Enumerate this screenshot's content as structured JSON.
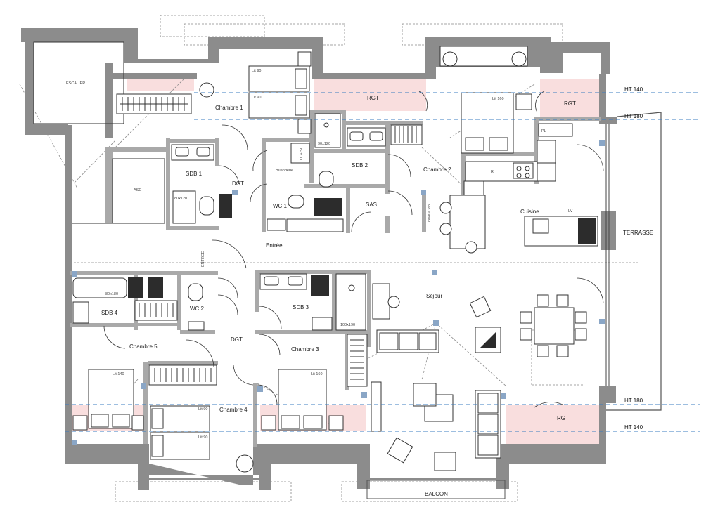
{
  "rooms": {
    "escalier": "ESCALIER",
    "asc": "ASC",
    "chambre1": "Chambre 1",
    "rgt1": "RGT",
    "rgt2": "RGT",
    "rgt3": "RGT",
    "sdb1": "SDB 1",
    "dgt1": "DGT",
    "buanderie": "Buanderie",
    "sdb2": "SDB 2",
    "chambre2": "Chambre 2",
    "wc1": "WC 1",
    "sas": "SAS",
    "entree": "Entrée",
    "entree_arrow": "ENTREE",
    "cuisine": "Cuisine",
    "terrasse": "TERRASSE",
    "sdb4": "SDB 4",
    "wc2": "WC 2",
    "sdb3": "SDB 3",
    "sejour": "Séjour",
    "chambre5": "Chambre 5",
    "dgt2": "DGT",
    "chambre3": "Chambre 3",
    "chambre4": "Chambre 4",
    "balcon": "BALCON",
    "pl": "PL",
    "r": "R",
    "lv": "LV",
    "code_cave": "cave à vin"
  },
  "fixtures": {
    "bed_lit90_a": "Lit 90",
    "bed_lit90_b": "Lit 90",
    "bed_lit160_ch2": "Lit 160",
    "shower_sdb2": "90x120",
    "shower_sdb1": "80x120",
    "bath_sdb4": "80x180",
    "shower_sdb3": "100x190",
    "bed_lit140_ch5": "Lit 140",
    "bed_lit160_ch3": "Lit 160",
    "bed_lit90_c": "Lit 90",
    "bed_lit90_d": "Lit 90",
    "lsl": "LL + SL"
  },
  "levels": {
    "ht140_top": "HT 140",
    "ht180_top": "HT 180",
    "ht180_bottom": "HT 180",
    "ht140_bottom": "HT 140"
  }
}
